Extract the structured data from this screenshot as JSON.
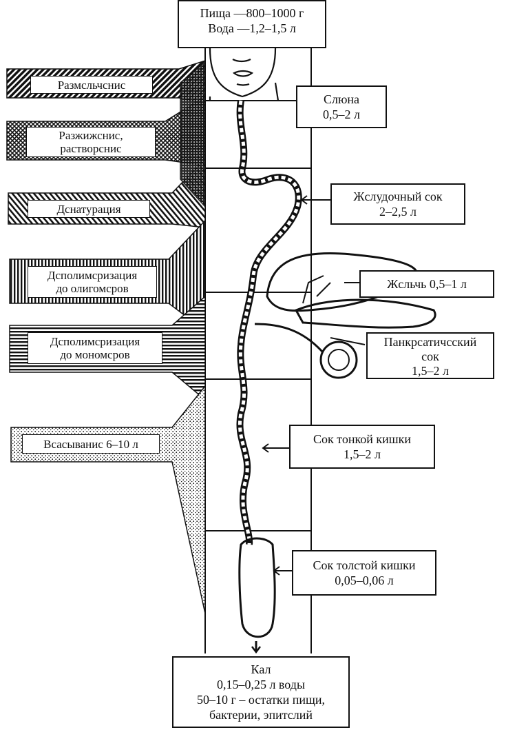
{
  "intake": {
    "lines": [
      "Пища  —800–1000 г",
      "Вода  —1,2–1,5 л"
    ]
  },
  "processes": [
    {
      "lines": [
        "Размсльчснис"
      ]
    },
    {
      "lines": [
        "Разжижснис,",
        "растворснис"
      ]
    },
    {
      "lines": [
        "Дснатурация"
      ]
    },
    {
      "lines": [
        "Дсполимсризация",
        "до олигомсров"
      ]
    },
    {
      "lines": [
        "Дсполимсризация",
        "до мономсров"
      ]
    },
    {
      "lines": [
        "Всасыванис 6–10 л"
      ]
    }
  ],
  "secretions": [
    {
      "lines": [
        "Слюна",
        "0,5–2 л"
      ]
    },
    {
      "lines": [
        "Жслудочный сок",
        "2–2,5 л"
      ]
    },
    {
      "lines": [
        "Жсльчь 0,5–1 л"
      ]
    },
    {
      "lines": [
        "Панкрсатичсский",
        "сок",
        "1,5–2 л"
      ]
    },
    {
      "lines": [
        "Сок тонкой кишки",
        "1,5–2 л"
      ]
    },
    {
      "lines": [
        "Сок толстой кишки",
        "0,05–0,06 л"
      ]
    }
  ],
  "output": {
    "lines": [
      "Кал",
      "0,15–0,25 л воды",
      "50–10 г  –  остатки пищи,",
      "бактерии, эпитслий"
    ]
  }
}
